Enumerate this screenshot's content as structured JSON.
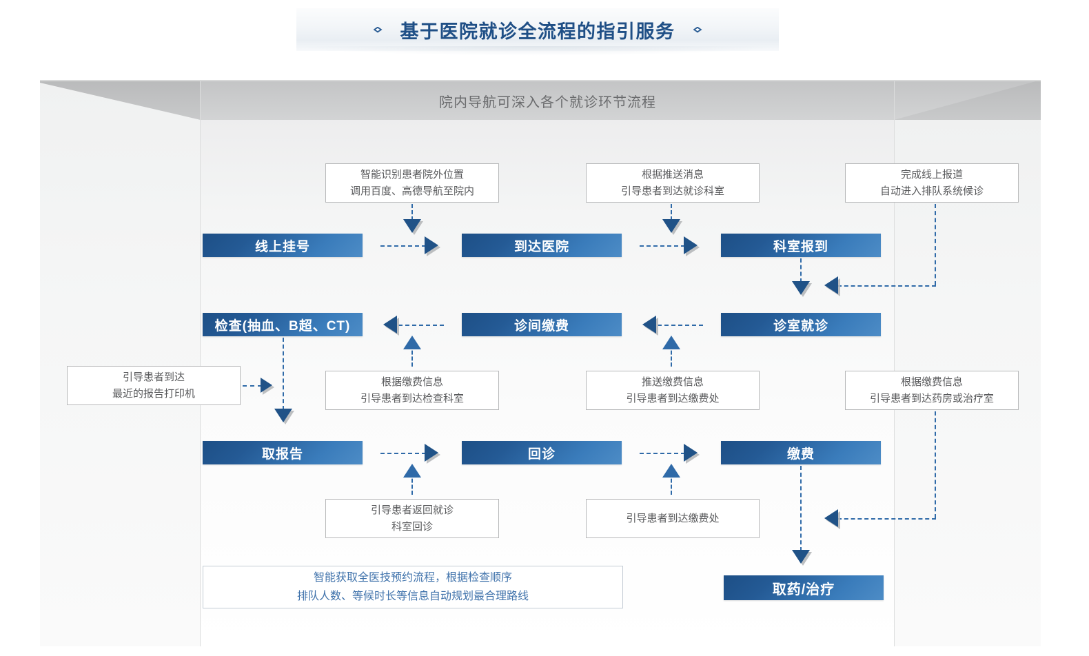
{
  "title": "基于医院就诊全流程的指引服务",
  "subtitle": "院内导航可深入各个就诊环节流程",
  "process_boxes": [
    {
      "id": "online-registration",
      "label": "线上挂号"
    },
    {
      "id": "arrive-hospital",
      "label": "到达医院"
    },
    {
      "id": "department-checkin",
      "label": "科室报到"
    },
    {
      "id": "examination",
      "label": "检查(抽血、B超、CT)"
    },
    {
      "id": "clinic-payment",
      "label": "诊间缴费"
    },
    {
      "id": "consultation",
      "label": "诊室就诊"
    },
    {
      "id": "fetch-report",
      "label": "取报告"
    },
    {
      "id": "revisit",
      "label": "回诊"
    },
    {
      "id": "payment",
      "label": "缴费"
    },
    {
      "id": "medicine-treatment",
      "label": "取药/治疗"
    }
  ],
  "notes": [
    {
      "id": "note-outside-location",
      "lines": [
        "智能识别患者院外位置",
        "调用百度、高德导航至院内"
      ]
    },
    {
      "id": "note-push-message",
      "lines": [
        "根据推送消息",
        "引导患者到达就诊科室"
      ]
    },
    {
      "id": "note-online-checkin",
      "lines": [
        "完成线上报道",
        "自动进入排队系统候诊"
      ]
    },
    {
      "id": "note-nearest-printer",
      "lines": [
        "引导患者到达",
        "最近的报告打印机"
      ]
    },
    {
      "id": "note-payment-to-exam",
      "lines": [
        "根据缴费信息",
        "引导患者到达检查科室"
      ]
    },
    {
      "id": "note-push-payment",
      "lines": [
        "推送缴费信息",
        "引导患者到达缴费处"
      ]
    },
    {
      "id": "note-payment-to-pharmacy",
      "lines": [
        "根据缴费信息",
        "引导患者到达药房或治疗室"
      ]
    },
    {
      "id": "note-return-clinic",
      "lines": [
        "引导患者返回就诊",
        "科室回诊"
      ]
    },
    {
      "id": "note-goto-payment",
      "lines": [
        "引导患者到达缴费处"
      ]
    },
    {
      "id": "note-smart-route",
      "lines": [
        "智能获取全医技预约流程，根据检查顺序",
        "排队人数、等候时长等信息自动规划最合理路线"
      ]
    }
  ],
  "colors": {
    "title_blue": "#1f4f86",
    "box_dark": "#1d4f86",
    "box_light": "#4d8cc6",
    "arrow_blue": "#2f6aa8",
    "note_text": "#58595b",
    "note_blue_text": "#3f72ab"
  }
}
